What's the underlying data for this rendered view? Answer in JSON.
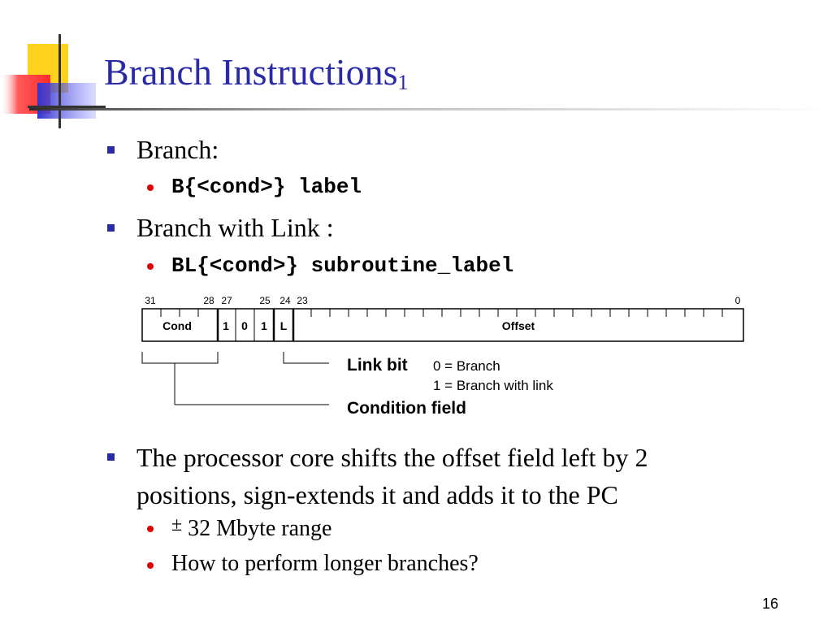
{
  "slide": {
    "title": "Branch Instructions",
    "title_subscript": "1",
    "page_number": "16"
  },
  "bullets": {
    "b1": "Branch:",
    "b1_sub": "B{<cond>} label",
    "b2": "Branch with Link :",
    "b2_sub": "BL{<cond>} subroutine_label",
    "b3_line1": "The processor core shifts the offset field left by 2",
    "b3_line2": "positions, sign-extends it and adds it to the PC",
    "b3_sub1_symbol": "±",
    "b3_sub1": " 32 Mbyte range",
    "b3_sub2": "How to perform longer branches?"
  },
  "diagram": {
    "bit_numbers": [
      "31",
      "28",
      "27",
      "25",
      "24",
      "23",
      "0"
    ],
    "fields": {
      "cond": "Cond",
      "bit27": "1",
      "bit26": "0",
      "bit25": "1",
      "l": "L",
      "offset": "Offset"
    },
    "link_bit_label": "Link bit",
    "link_desc_0": "0 = Branch",
    "link_desc_1": "1 = Branch with link",
    "condition_field_label": "Condition field"
  },
  "colors": {
    "title": "#2a2aa6",
    "bullet_square": "#2a2aa6",
    "bullet_dot": "#e00000",
    "logo_yellow": "#ffd21e",
    "logo_red": "#ff3a3a",
    "logo_blue": "#3333cc"
  }
}
